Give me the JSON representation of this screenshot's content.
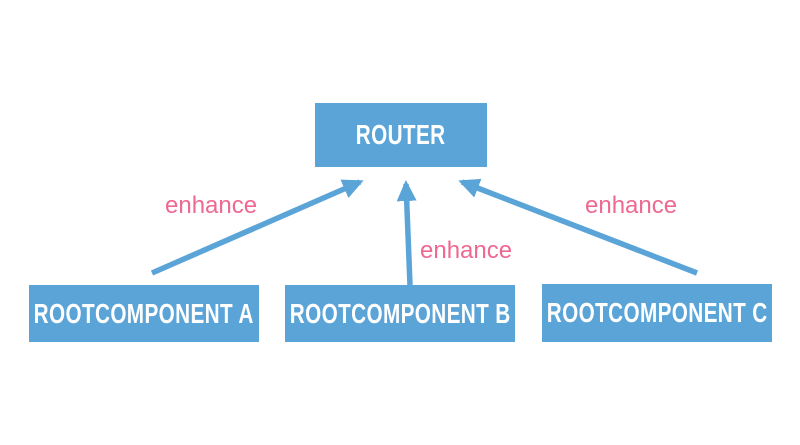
{
  "theme": {
    "background": "#ffffff",
    "blue": "#5BA4D8",
    "pink": "#EE6991",
    "text_on_blue": "#ffffff"
  },
  "diagram": {
    "router": {
      "label": "ROUTER"
    },
    "components": [
      {
        "id": "a",
        "label": "ROOTCOMPONENT A"
      },
      {
        "id": "b",
        "label": "ROOTCOMPONENT B"
      },
      {
        "id": "c",
        "label": "ROOTCOMPONENT C"
      }
    ],
    "edges": [
      {
        "from": "rootcomponent-a",
        "to": "router",
        "label": "enhance"
      },
      {
        "from": "rootcomponent-b",
        "to": "router",
        "label": "enhance"
      },
      {
        "from": "rootcomponent-c",
        "to": "router",
        "label": "enhance"
      }
    ]
  }
}
